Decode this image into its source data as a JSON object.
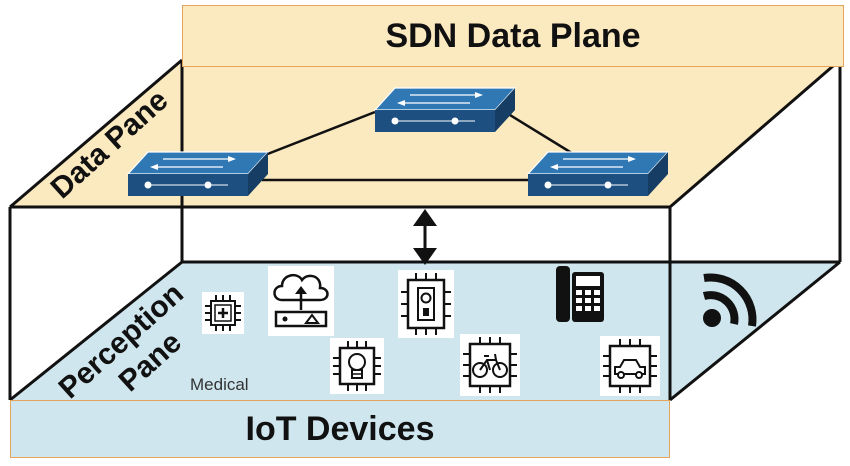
{
  "top_banner": {
    "label": "SDN Data Plane"
  },
  "bottom_banner": {
    "label": "IoT Devices"
  },
  "data_layer": {
    "label": "Data Pane",
    "color": "#fbe9bf"
  },
  "perception_layer": {
    "label_line1": "Perception",
    "label_line2": "Pane",
    "color": "#cfe6ee"
  },
  "devices": {
    "medical_label": "Medical"
  },
  "icons": [
    "network-switch-icon",
    "bidirectional-arrow-icon",
    "medical-chip-icon",
    "cloud-upload-icon",
    "lightbulb-chip-icon",
    "sensor-chip-icon",
    "bicycle-chip-icon",
    "desk-phone-icon",
    "car-chip-icon",
    "wifi-signal-icon"
  ],
  "colors": {
    "switch_top": "#2f78b4",
    "switch_side": "#1d4f80",
    "outline": "#111111",
    "banner_border": "#e8a35a"
  }
}
